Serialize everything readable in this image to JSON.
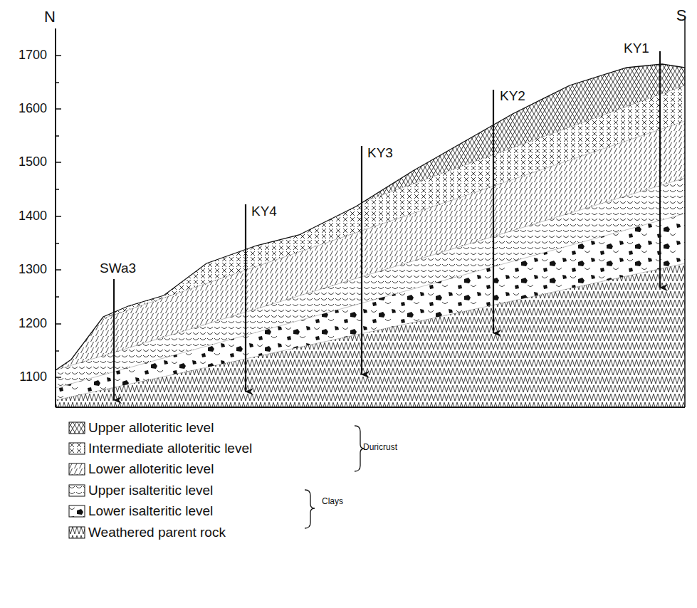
{
  "diagram": {
    "labels": [
      "N",
      "S",
      "1700",
      "1600",
      "1500",
      "1400",
      "1300",
      "1200",
      "1100",
      "SWa3",
      "KY4",
      "KY3",
      "KY2",
      "KY1",
      "Duricrust",
      "Clays"
    ],
    "legend": [
      {
        "text": "Upper alloteritic level"
      },
      {
        "text": "Intermediate alloteritic level"
      },
      {
        "text": "Lower alloteritic level"
      },
      {
        "text": "Upper isalteritic level"
      },
      {
        "text": "Lower isalteritic level"
      },
      {
        "text": "Weathered parent rock"
      }
    ]
  }
}
